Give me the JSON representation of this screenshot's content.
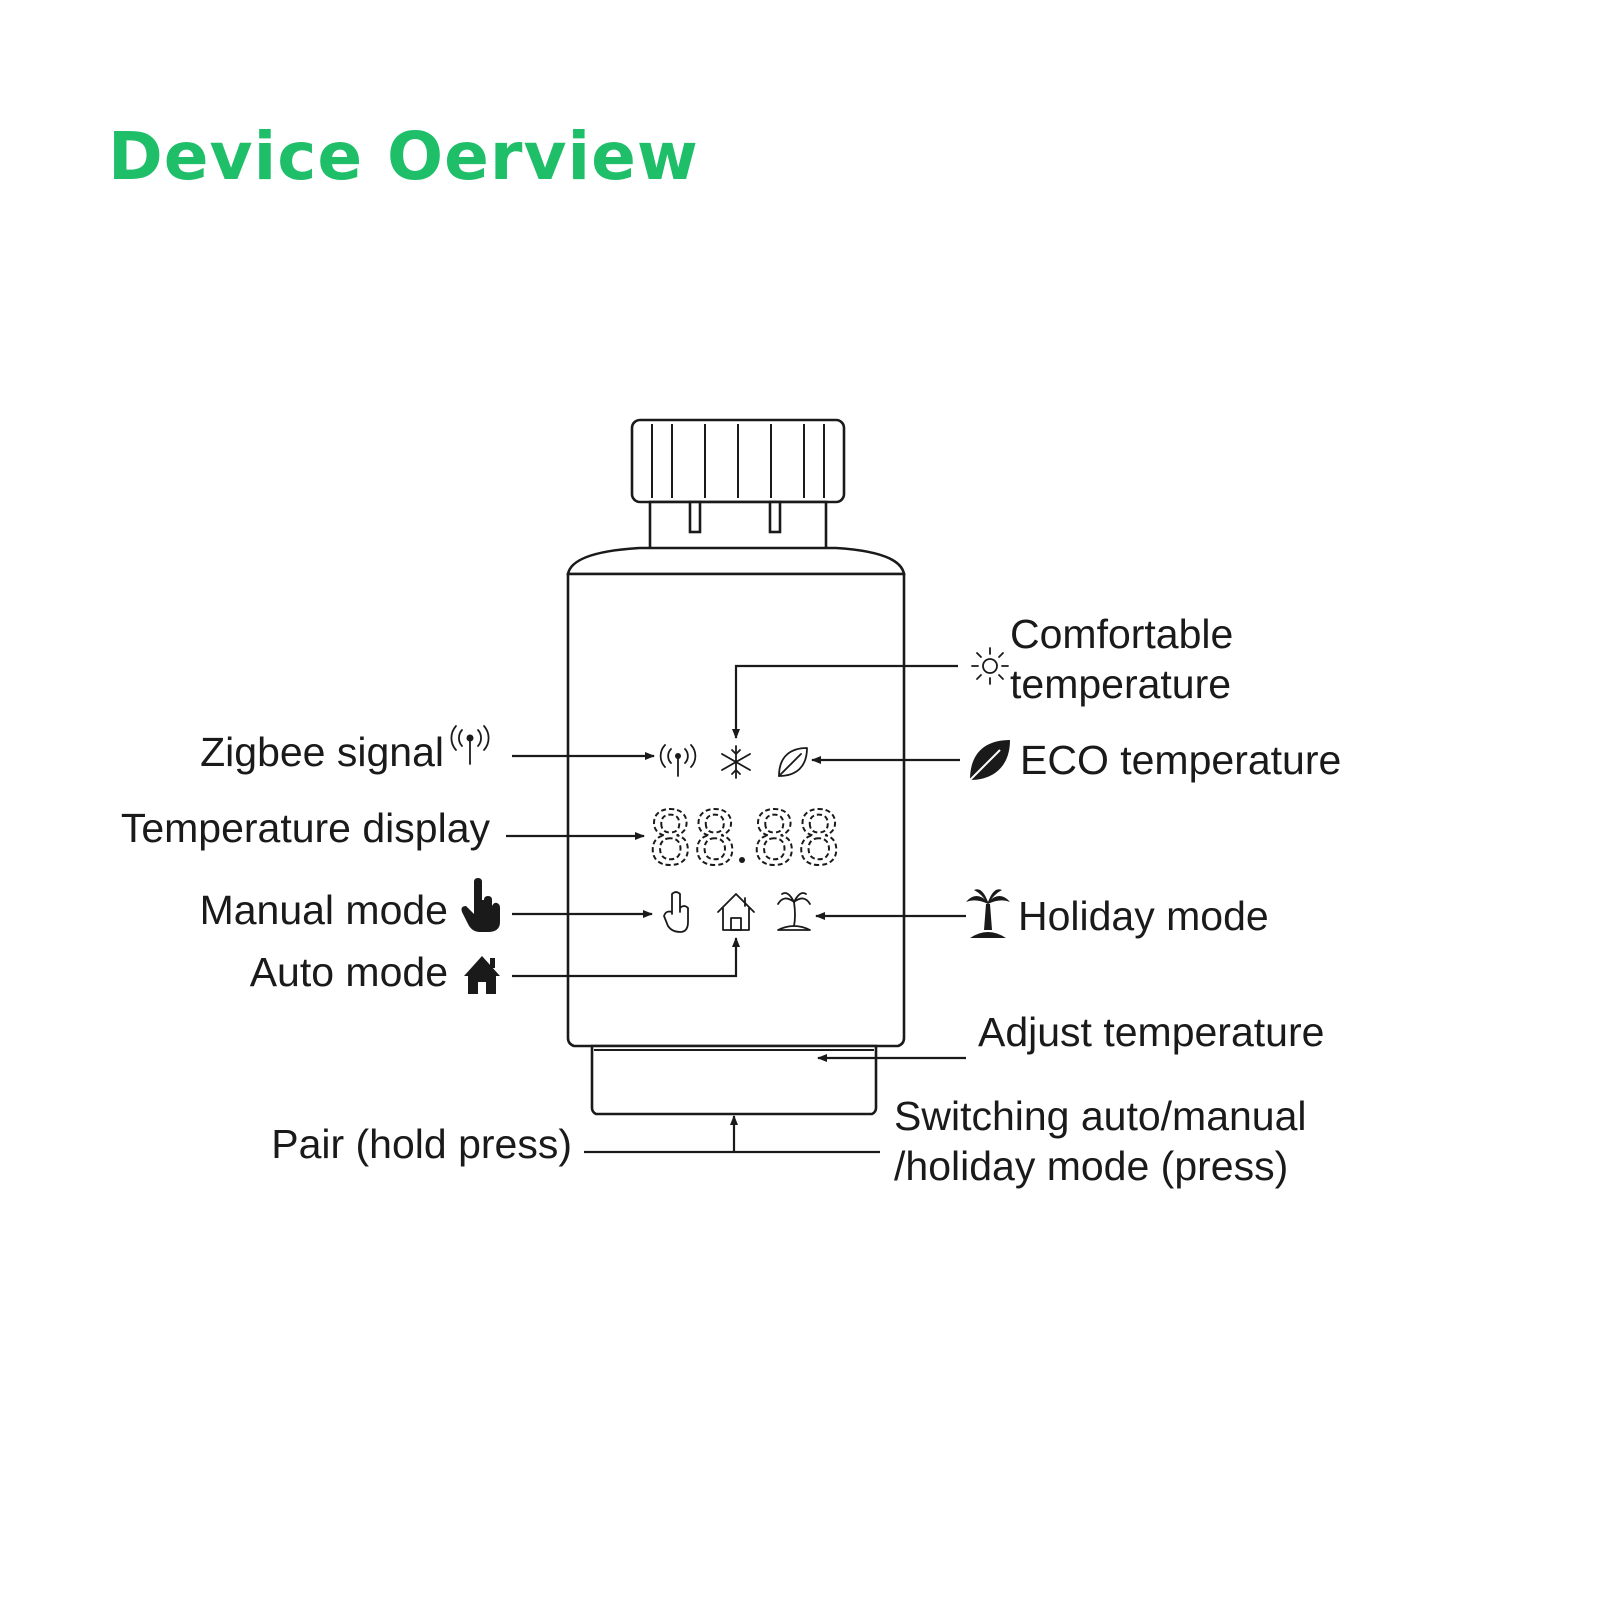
{
  "title": "Device Oerview",
  "display": {
    "digits": "88",
    "digits2": "88"
  },
  "labels": {
    "comfortable_1": "Comfortable",
    "comfortable_2": "temperature",
    "zigbee": "Zigbee signal",
    "eco": "ECO temperature",
    "temperature_display": "Temperature display",
    "manual": "Manual mode",
    "holiday": "Holiday mode",
    "auto": "Auto mode",
    "adjust": "Adjust temperature",
    "pair": "Pair (hold press)",
    "switching_1": "Switching auto/manual",
    "switching_2": "/holiday mode (press)"
  },
  "icons": [
    "sun-icon",
    "antenna-icon",
    "snowflake-icon",
    "leaf-icon",
    "hand-icon",
    "house-icon",
    "palm-tree-icon"
  ]
}
